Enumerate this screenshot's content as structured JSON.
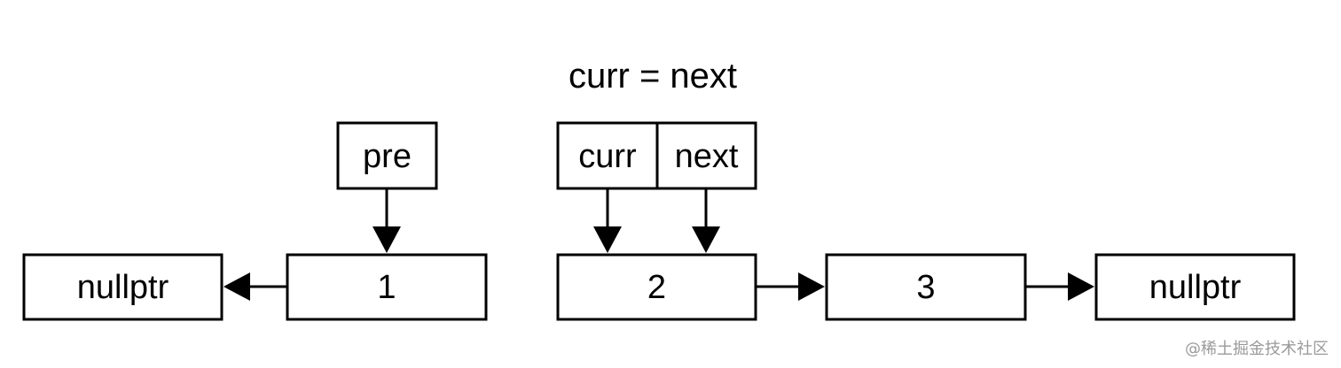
{
  "caption": "curr = next",
  "nodes": [
    {
      "id": "null_left",
      "label": "nullptr"
    },
    {
      "id": "n1",
      "label": "1"
    },
    {
      "id": "n2",
      "label": "2"
    },
    {
      "id": "n3",
      "label": "3"
    },
    {
      "id": "null_right",
      "label": "nullptr"
    }
  ],
  "pointers": [
    {
      "id": "pre",
      "label": "pre",
      "target": "n1"
    },
    {
      "id": "curr",
      "label": "curr",
      "target": "n2"
    },
    {
      "id": "next",
      "label": "next",
      "target": "n2"
    }
  ],
  "edges": [
    {
      "from": "n1",
      "to": "null_left"
    },
    {
      "from": "n2",
      "to": "n3"
    },
    {
      "from": "n3",
      "to": "null_right"
    }
  ],
  "watermark": "@稀土掘金技术社区",
  "colors": {
    "stroke": "#000000",
    "fill": "#ffffff",
    "watermark": "#9a9a9a"
  }
}
